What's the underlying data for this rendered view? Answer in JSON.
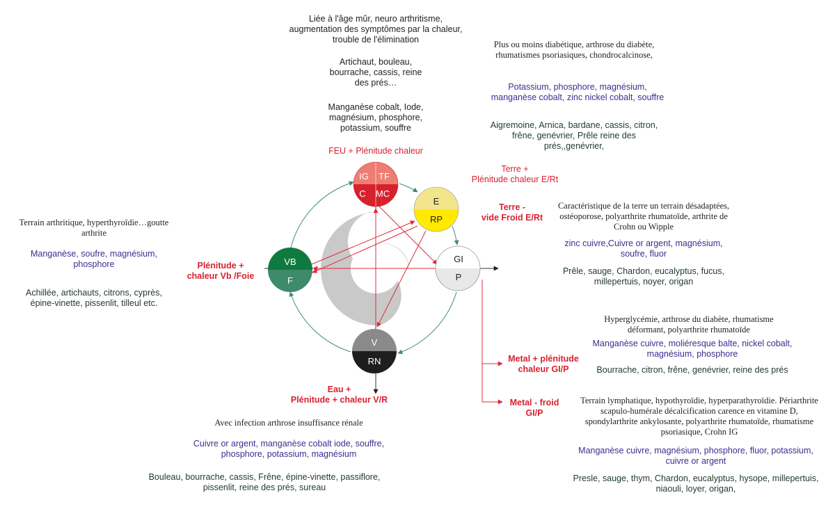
{
  "colors": {
    "feu_top": "#ef7d72",
    "feu_bottom": "#d9212e",
    "terre_top": "#f2e58c",
    "terre_bottom": "#ffea00",
    "metal_top": "#ffffff",
    "metal_bottom": "#e8e8e8",
    "eau_top": "#8a8a8a",
    "eau_bottom": "#1e1e1e",
    "bois_top": "#0f7a3f",
    "bois_bottom": "#3f8a6a",
    "cycle_arrow": "#3c8a73",
    "red_arrow": "#e0283a",
    "swirl": "#c9c9c9"
  },
  "nodes": {
    "feu": {
      "top_left": "IG",
      "top_right": "TF",
      "bottom_left": "C",
      "bottom_right": "MC"
    },
    "terre": {
      "top": "E",
      "bottom": "RP"
    },
    "metal": {
      "top": "GI",
      "bottom": "P"
    },
    "eau": {
      "top": "V",
      "bottom": "RN"
    },
    "bois": {
      "top": "VB",
      "bottom": "F"
    }
  },
  "labels": {
    "feu": "FEU +  Plénitude chaleur",
    "terre_plus": [
      "Terre +",
      "Plénitude chaleur  E/Rt"
    ],
    "terre_minus": [
      "Terre -",
      "vide Froid E/Rt"
    ],
    "bois": [
      "Plénitude +",
      "chaleur Vb /Foie"
    ],
    "eau": [
      "Eau +",
      "Plénitude + chaleur V/R"
    ],
    "metal_plus": [
      "Metal + plénitude",
      "chaleur GI/P"
    ],
    "metal_minus": [
      "Metal - froid",
      "GI/P"
    ]
  },
  "texts": {
    "feu": {
      "desc": [
        "Liée à l'âge mûr, neuro arthritisme,",
        "augmentation des symptômes par la chaleur,",
        "trouble de l'élimination"
      ],
      "plants": [
        "Artichaut, bouleau,",
        "bourrache, cassis, reine",
        "des prés…"
      ],
      "minerals": [
        "Manganèse cobalt, Iode,",
        "magnésium, phosphore,",
        "potassium, souffre"
      ]
    },
    "terre_plus": {
      "desc": [
        "Plus ou moins diabétique, arthrose du diabète,",
        "rhumatismes psoriasiques, chondrocalcinose,"
      ],
      "minerals": [
        "Potassium, phosphore, magnésium,",
        "manganèse cobalt, zinc nickel cobalt, souffre"
      ],
      "plants": [
        "Aigremoine, Arnica, bardane, cassis, citron,",
        "frêne, genévrier, Prêle reine des",
        "prés,,genévrier,"
      ]
    },
    "terre_minus": {
      "desc": [
        "Caractéristique de la terre un terrain désadaptées,",
        "ostéoporose, polyarthrite rhumatoïde, arthrite de",
        "Crohn ou Wipple"
      ],
      "minerals": [
        "zinc cuivre,Cuivre or argent, magnésium,",
        "soufre, fluor"
      ],
      "plants": [
        "Prêle, sauge, Chardon, eucalyptus, fucus,",
        "millepertuis, noyer, origan"
      ]
    },
    "bois": {
      "desc": [
        "Terrain arthritique, hyperthyroïdie…goutte",
        "arthrite"
      ],
      "minerals": [
        "Manganèse, soufre, magnésium,",
        "phosphore"
      ],
      "plants": [
        "Achillée, artichauts, citrons, cyprès,",
        "épine-vinette, pissenlit, tilleul etc."
      ]
    },
    "metal_plus": {
      "desc": [
        "Hyperglycémie, arthrose du diabète, rhumatisme",
        "déformant, polyarthrite rhumatoïde"
      ],
      "minerals": [
        "Manganèse cuivre, moliéresque balte, nickel cobalt,",
        "magnésium, phosphore"
      ],
      "plants": [
        "Bourrache, citron, frêne, genévrier, reine des prés"
      ]
    },
    "metal_minus": {
      "desc": [
        "Terrain lymphatique, hypothyroïdie, hyperparathyroïdie. Périarthrite",
        "scapulo-humérale décalcification carence en vitamine D,",
        "spondylarthrite ankylosante, polyarthrite rhumatoïde, rhumatisme",
        "psoriasique, Crohn IG"
      ],
      "minerals": [
        "Manganèse cuivre, magnésium, phosphore, fluor, potassium,",
        "cuivre or argent"
      ],
      "plants": [
        "Presle, sauge, thym, Chardon, eucalyptus, hysope, millepertuis,",
        "niaouli, loyer, origan,"
      ]
    },
    "eau": {
      "desc": [
        "Avec infection arthrose insuffisance rénale"
      ],
      "minerals": [
        "Cuivre or argent, manganèse cobalt iode, souffre,",
        "phosphore, potassium, magnésium"
      ],
      "plants": [
        "Bouleau, bourrache, cassis, Frêne, épine-vinette, passiflore,",
        "pissenlit, reine des prés, sureau"
      ]
    }
  }
}
